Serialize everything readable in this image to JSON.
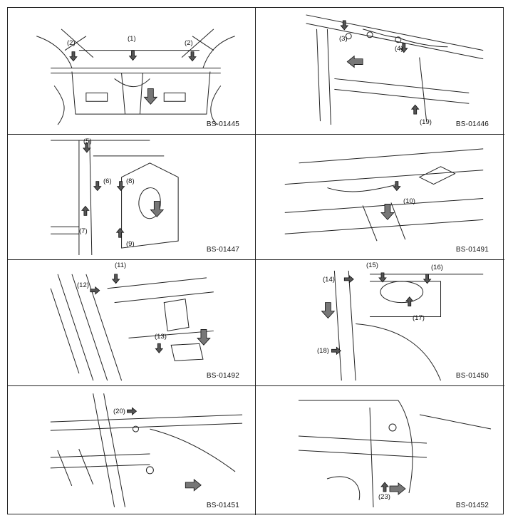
{
  "panels": [
    {
      "code": "BS-01445",
      "callouts": [
        "(1)",
        "(2)",
        "(2)"
      ]
    },
    {
      "code": "BS-01446",
      "callouts": [
        "(3)",
        "(4)",
        "(19)"
      ]
    },
    {
      "code": "BS-01447",
      "callouts": [
        "(5)",
        "(6)",
        "(7)",
        "(8)",
        "(9)"
      ]
    },
    {
      "code": "BS-01491",
      "callouts": [
        "(10)"
      ]
    },
    {
      "code": "BS-01492",
      "callouts": [
        "(11)",
        "(12)",
        "(13)"
      ]
    },
    {
      "code": "BS-01450",
      "callouts": [
        "(14)",
        "(15)",
        "(16)",
        "(17)",
        "(18)"
      ]
    },
    {
      "code": "BS-01451",
      "callouts": [
        "(20)"
      ]
    },
    {
      "code": "BS-01452",
      "callouts": [
        "(23)"
      ]
    }
  ]
}
